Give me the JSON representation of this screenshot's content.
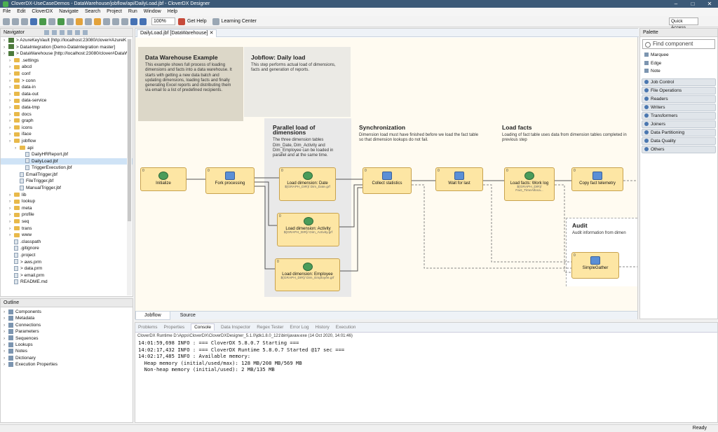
{
  "window": {
    "title": "CloverDX-UseCaseDemos - DataWarehouse/jobflow/api/DailyLoad.jbf - CloverDX Designer"
  },
  "menu": [
    "File",
    "Edit",
    "CloverDX",
    "Navigate",
    "Search",
    "Project",
    "Run",
    "Window",
    "Help"
  ],
  "toolbar": {
    "zoom": "100%",
    "get_help": "Get Help",
    "learning_center": "Learning Center",
    "quick_access": "Quick Access"
  },
  "navigator": {
    "title": "Navigator",
    "items": [
      {
        "label": "> AzureKeyVault [http://localhost:23080/clover#AzureK",
        "type": "proj",
        "indent": 0
      },
      {
        "label": "> DataIntegration [Demo-DataIntegration master]",
        "type": "proj",
        "indent": 0
      },
      {
        "label": "> DataWarehouse [http://localhost:23080/clover#DataW",
        "type": "proj",
        "indent": 0
      },
      {
        "label": ".settings",
        "type": "folder",
        "indent": 1
      },
      {
        "label": "abcd",
        "type": "folder",
        "indent": 1
      },
      {
        "label": "conf",
        "type": "folder",
        "indent": 1
      },
      {
        "label": "> conn",
        "type": "folder",
        "indent": 1
      },
      {
        "label": "data-in",
        "type": "folder",
        "indent": 1
      },
      {
        "label": "data-out",
        "type": "folder",
        "indent": 1
      },
      {
        "label": "data-service",
        "type": "folder",
        "indent": 1
      },
      {
        "label": "data-tmp",
        "type": "folder",
        "indent": 1
      },
      {
        "label": "docs",
        "type": "folder",
        "indent": 1
      },
      {
        "label": "graph",
        "type": "folder",
        "indent": 1
      },
      {
        "label": "icons",
        "type": "folder",
        "indent": 1
      },
      {
        "label": "iface",
        "type": "folder",
        "indent": 1
      },
      {
        "label": "jobflow",
        "type": "folder",
        "indent": 1
      },
      {
        "label": "api",
        "type": "folder",
        "indent": 2
      },
      {
        "label": "DailyHRReport.jbf",
        "type": "file",
        "indent": 3
      },
      {
        "label": "DailyLoad.jbf",
        "type": "file",
        "indent": 3,
        "selected": true
      },
      {
        "label": "TriggerExecution.jbf",
        "type": "file",
        "indent": 3
      },
      {
        "label": "EmailTrigger.jbf",
        "type": "file",
        "indent": 2
      },
      {
        "label": "FileTrigger.jbf",
        "type": "file",
        "indent": 2
      },
      {
        "label": "ManualTrigger.jbf",
        "type": "file",
        "indent": 2
      },
      {
        "label": "lib",
        "type": "folder",
        "indent": 1
      },
      {
        "label": "lookup",
        "type": "folder",
        "indent": 1
      },
      {
        "label": "meta",
        "type": "folder",
        "indent": 1
      },
      {
        "label": "profile",
        "type": "folder",
        "indent": 1
      },
      {
        "label": "seq",
        "type": "folder",
        "indent": 1
      },
      {
        "label": "trans",
        "type": "folder",
        "indent": 1
      },
      {
        "label": "www",
        "type": "folder",
        "indent": 1
      },
      {
        "label": ".classpath",
        "type": "file",
        "indent": 1
      },
      {
        "label": ".gitignore",
        "type": "file",
        "indent": 1
      },
      {
        "label": ".project",
        "type": "file",
        "indent": 1
      },
      {
        "label": "> aws.prm",
        "type": "file",
        "indent": 1
      },
      {
        "label": "> data.prm",
        "type": "file",
        "indent": 1
      },
      {
        "label": "> email.prm",
        "type": "file",
        "indent": 1
      },
      {
        "label": "README.md",
        "type": "file",
        "indent": 1
      }
    ]
  },
  "outline": {
    "title": "Outline",
    "items": [
      "Components",
      "Metadata",
      "Connections",
      "Parameters",
      "Sequences",
      "Lookups",
      "Notes",
      "Dictionary",
      "Execution Properties"
    ]
  },
  "editor": {
    "tab": "DailyLoad.jbf [DataWarehouse]",
    "bottom_tabs": [
      "Jobflow",
      "Source"
    ]
  },
  "notes": {
    "dw_title": "Data Warehouse Example",
    "dw_text": "This example shows full process of loading dimensions and facts into a data warehouse. It starts with getting a new data batch and updating dimensions, loading facts and finally generating Excel reports and distributing them via email to a list of predefined recipients.",
    "daily_title": "Jobflow: Daily load",
    "daily_text": "This step performs actual load of dimensions, facts and generation of reports.",
    "parallel_title": "Parallel load of dimensions",
    "parallel_text": "The three dimension tables Dim_Date, Dim_Activity and Dim_Employee can be loaded in parallel and at the same time.",
    "sync_title": "Synchronization",
    "sync_text": "Dimension load must have finished before we load the fact table so that dimension lookups do not fail.",
    "facts_title": "Load facts",
    "facts_text": "Loading of fact table uses data from dimension tables completed in previous step",
    "audit_title": "Audit",
    "audit_text": "Audit information from dimen"
  },
  "components": [
    {
      "id": "init",
      "name": "Initialize",
      "sub": "",
      "port": "0",
      "icon": "play"
    },
    {
      "id": "fork",
      "name": "Fork processing",
      "sub": "",
      "port": "0",
      "icon": "box"
    },
    {
      "id": "date",
      "name": "Load dimension: Date",
      "sub": "${GRAPH_DIR}/ Dim_Date.grf",
      "port": "0",
      "icon": "play"
    },
    {
      "id": "activity",
      "name": "Load dimension: Activity",
      "sub": "${GRAPH_DIR}/ Dim_Activity.grf",
      "port": "0",
      "icon": "play"
    },
    {
      "id": "employee",
      "name": "Load dimension: Employee",
      "sub": "${GRAPH_DIR}/ Dim_Employee.grf",
      "port": "0",
      "icon": "play"
    },
    {
      "id": "collect",
      "name": "Collect statistics",
      "sub": "",
      "port": "0",
      "icon": "box"
    },
    {
      "id": "wait",
      "name": "Wait for last",
      "sub": "",
      "port": "0",
      "icon": "box"
    },
    {
      "id": "worklog",
      "name": "Load facts: Work log",
      "sub": "${GRAPH_DIR}/ Fact_TimeAlloca...",
      "port": "0",
      "icon": "play"
    },
    {
      "id": "telemetry",
      "name": "Copy fact telemetry",
      "sub": "",
      "port": "0",
      "icon": "box"
    },
    {
      "id": "gather",
      "name": "SimpleGather",
      "sub": "",
      "port": "0",
      "icon": "box"
    }
  ],
  "palette": {
    "title": "Palette",
    "search_placeholder": "Find component",
    "tools": [
      "Marquee",
      "Edge",
      "Note"
    ],
    "categories": [
      "Job Control",
      "File Operations",
      "Readers",
      "Writers",
      "Transformers",
      "Joiners",
      "Data Partitioning",
      "Data Quality",
      "Others"
    ]
  },
  "console": {
    "tabs": [
      "Problems",
      "Properties",
      "Console",
      "Data Inspector",
      "Regex Tester",
      "Error Log",
      "History",
      "Execution"
    ],
    "info": "CloverDX Runtime D:\\Apps\\CloverDX\\CloverDXDesigner_5.1.0\\jdk1.8.0_121\\bin\\javaw.exe (14 Oct 2020, 14:01:46)",
    "lines": [
      "14:01:59,698 INFO : === CloverDX 5.8.0.7 Starting ===",
      "14:02:17,432 INFO : === CloverDX Runtime 5.8.0.7 Started @17 sec ===",
      "14:02:17,485 INFO : Available memory:",
      "  Heap memory (initial/used/max): 128 MB/208 MB/569 MB",
      "  Non-heap memory (initial/used): 2 MB/135 MB"
    ]
  },
  "status": {
    "ready": "Ready"
  }
}
